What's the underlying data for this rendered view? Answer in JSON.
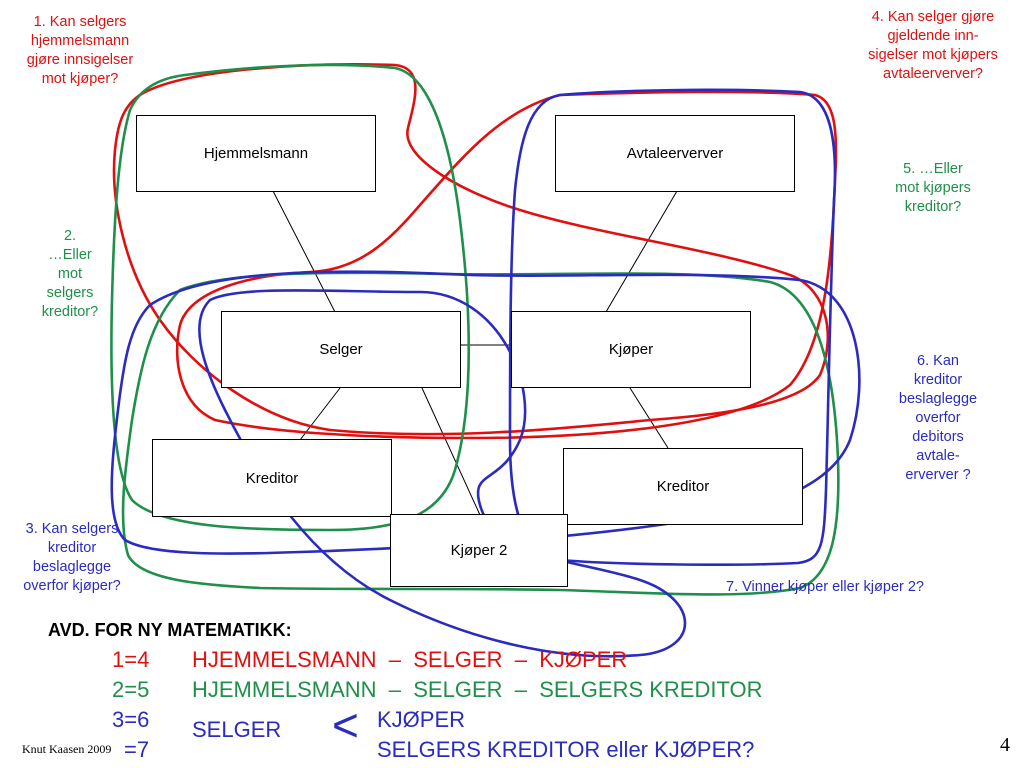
{
  "nodes": {
    "hjemmelsmann": "Hjemmelsmann",
    "avtaleerverver": "Avtaleerverver",
    "selger": "Selger",
    "kjoper": "Kjøper",
    "kreditor_left": "Kreditor",
    "kreditor_right": "Kreditor",
    "kjoper2": "Kjøper 2"
  },
  "notes": {
    "n1": [
      "1. Kan selgers",
      "hjemmelsmann",
      "gjøre innsigelser",
      "mot kjøper?"
    ],
    "n2": [
      "2.",
      "…Eller",
      "mot",
      "selgers",
      "kreditor?"
    ],
    "n3": [
      "3. Kan selgers",
      "kreditor",
      "beslaglegge",
      "overfor kjøper?"
    ],
    "n4": [
      "4. Kan selger gjøre",
      "gjeldende inn-",
      "sigelser mot kjøpers",
      "avtaleerverver?"
    ],
    "n5": [
      "5. …Eller",
      "mot kjøpers",
      "kreditor?"
    ],
    "n6": [
      "6. Kan",
      "kreditor",
      "beslaglegge",
      "overfor",
      "debitors",
      "avtale-",
      "erverver ?"
    ],
    "n7": "7. Vinner kjøper eller kjøper 2?"
  },
  "bottom": {
    "heading": "AVD. FOR NY MATEMATIKK:",
    "row1_num": "1=4",
    "row1_text": "HJEMMELSMANN  –  SELGER  –  KJØPER",
    "row2_num": "2=5",
    "row2_text": "HJEMMELSMANN  –  SELGER  –  SELGERS KREDITOR",
    "row3_num": "3=6",
    "row3_selger": "SELGER",
    "row3_bracket": "<",
    "row3_kjoper": "KJØPER",
    "row4_num": "=7",
    "row4_text": "SELGERS KREDITOR eller KJØPER?"
  },
  "footer": {
    "author": "Knut Kaasen 2009",
    "page": "4"
  },
  "colors": {
    "red": "#e01010",
    "green": "#1f8f4a",
    "blue": "#2b2bc0"
  }
}
